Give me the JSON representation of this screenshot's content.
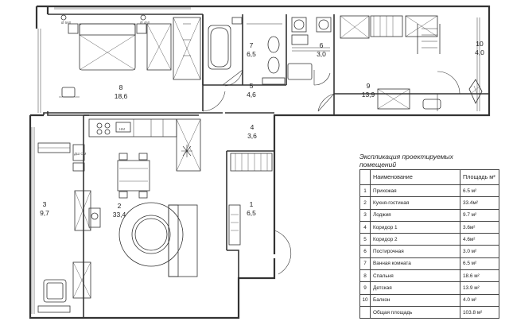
{
  "rooms": [
    {
      "id": "1",
      "area": "6,5"
    },
    {
      "id": "2",
      "area": "33,4"
    },
    {
      "id": "3",
      "area": "9,7"
    },
    {
      "id": "4",
      "area": "3,6"
    },
    {
      "id": "5",
      "area": "4,6"
    },
    {
      "id": "6",
      "area": "3,0"
    },
    {
      "id": "7",
      "area": "6,5"
    },
    {
      "id": "8",
      "area": "18,6"
    },
    {
      "id": "9",
      "area": "13,9"
    },
    {
      "id": "10",
      "area": "4,0"
    }
  ],
  "diameters": {
    "bedroom_radiator": "Ø 560",
    "wardrobe_radiator": "Ø 450"
  },
  "fixtures": {
    "range_hood_label": "НМ",
    "dishwasher_label": "ДШ\nСМ"
  },
  "explication": {
    "caption_line1": "Экспликация проектируемых",
    "caption_line2": "помещений",
    "headers": {
      "name": "Наименование",
      "area": "Площадь м²"
    },
    "rows": [
      {
        "n": "1",
        "name": "Прихожая",
        "area": "6.5 м²"
      },
      {
        "n": "2",
        "name": "Кухня-гостиная",
        "area": "33.4м²"
      },
      {
        "n": "3",
        "name": "Лоджия",
        "area": "9.7 м²"
      },
      {
        "n": "4",
        "name": "Коридор 1",
        "area": "3.6м²"
      },
      {
        "n": "5",
        "name": "Коридор 2",
        "area": "4.6м²"
      },
      {
        "n": "6",
        "name": "Постирочная",
        "area": "3.0 м²"
      },
      {
        "n": "7",
        "name": "Ванная комната",
        "area": "6.5 м²"
      },
      {
        "n": "8",
        "name": "Спальня",
        "area": "18.6 м²"
      },
      {
        "n": "9",
        "name": "Детская",
        "area": "13.9 м²"
      },
      {
        "n": "10",
        "name": "Балкон",
        "area": "4.0 м²"
      }
    ],
    "total": {
      "name": "Общая площадь",
      "area": "103.8 м²"
    }
  }
}
